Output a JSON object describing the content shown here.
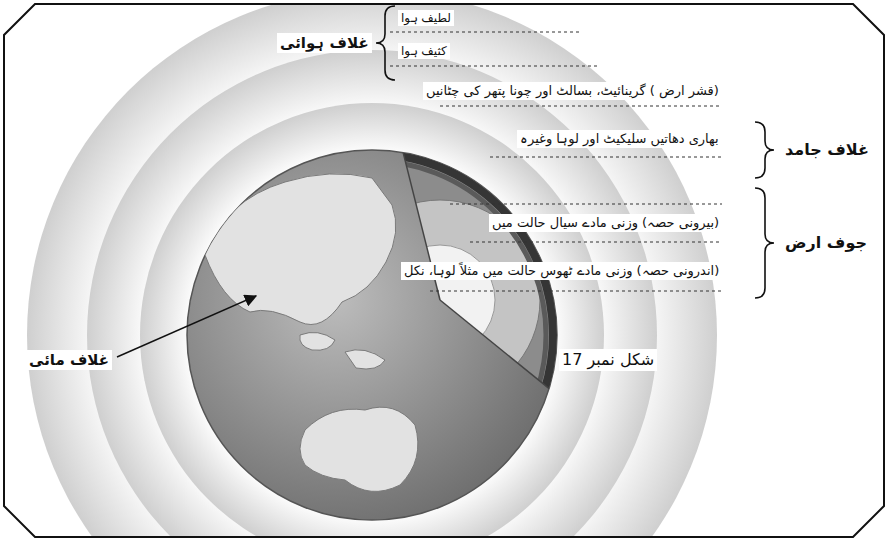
{
  "diagram": {
    "caption": "شکل نمبر 17",
    "labels": [
      "غلاف ہوائی",
      "لطیف ہوا",
      "کثیف ہوا",
      "(قشر ارض ) گرینائیٹ، بسالٹ اور چونا پتھر کی چٹانیں",
      "غلاف جامد",
      "بھاری دھاتیں سلیکیٹ اور لوہا وغیرہ",
      "جوف ارض",
      "(بیرونی حصہ) وزنی مادے سیال حالت میں",
      "(اندرونی حصہ) وزنی مادے ٹھوس حالت میں مثلاً لوہا، نکل",
      "غلاف مائی"
    ]
  }
}
